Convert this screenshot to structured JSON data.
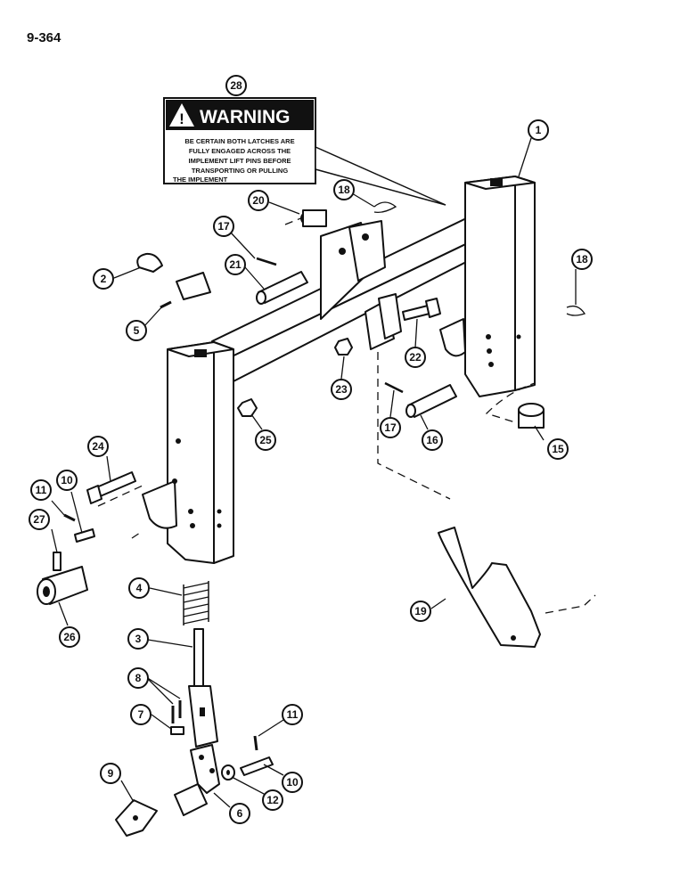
{
  "page_number": "9-364",
  "warning_label": {
    "title": "WARNING",
    "lines": [
      "BE CERTAIN BOTH LATCHES ARE",
      "FULLY ENGAGED ACROSS THE",
      "IMPLEMENT LIFT PINS BEFORE",
      "TRANSPORTING OR PULLING",
      "THE IMPLEMENT"
    ]
  },
  "callouts": {
    "c1": "1",
    "c2": "2",
    "c3": "3",
    "c4": "4",
    "c5": "5",
    "c6": "6",
    "c7": "7",
    "c8": "8",
    "c9": "9",
    "c10a": "10",
    "c10b": "10",
    "c11a": "11",
    "c11b": "11",
    "c12": "12",
    "c15": "15",
    "c16": "16",
    "c17a": "17",
    "c17b": "17",
    "c18a": "18",
    "c18b": "18",
    "c19": "19",
    "c20": "20",
    "c21": "21",
    "c22": "22",
    "c23": "23",
    "c24": "24",
    "c25": "25",
    "c26": "26",
    "c27": "27",
    "c28": "28"
  }
}
